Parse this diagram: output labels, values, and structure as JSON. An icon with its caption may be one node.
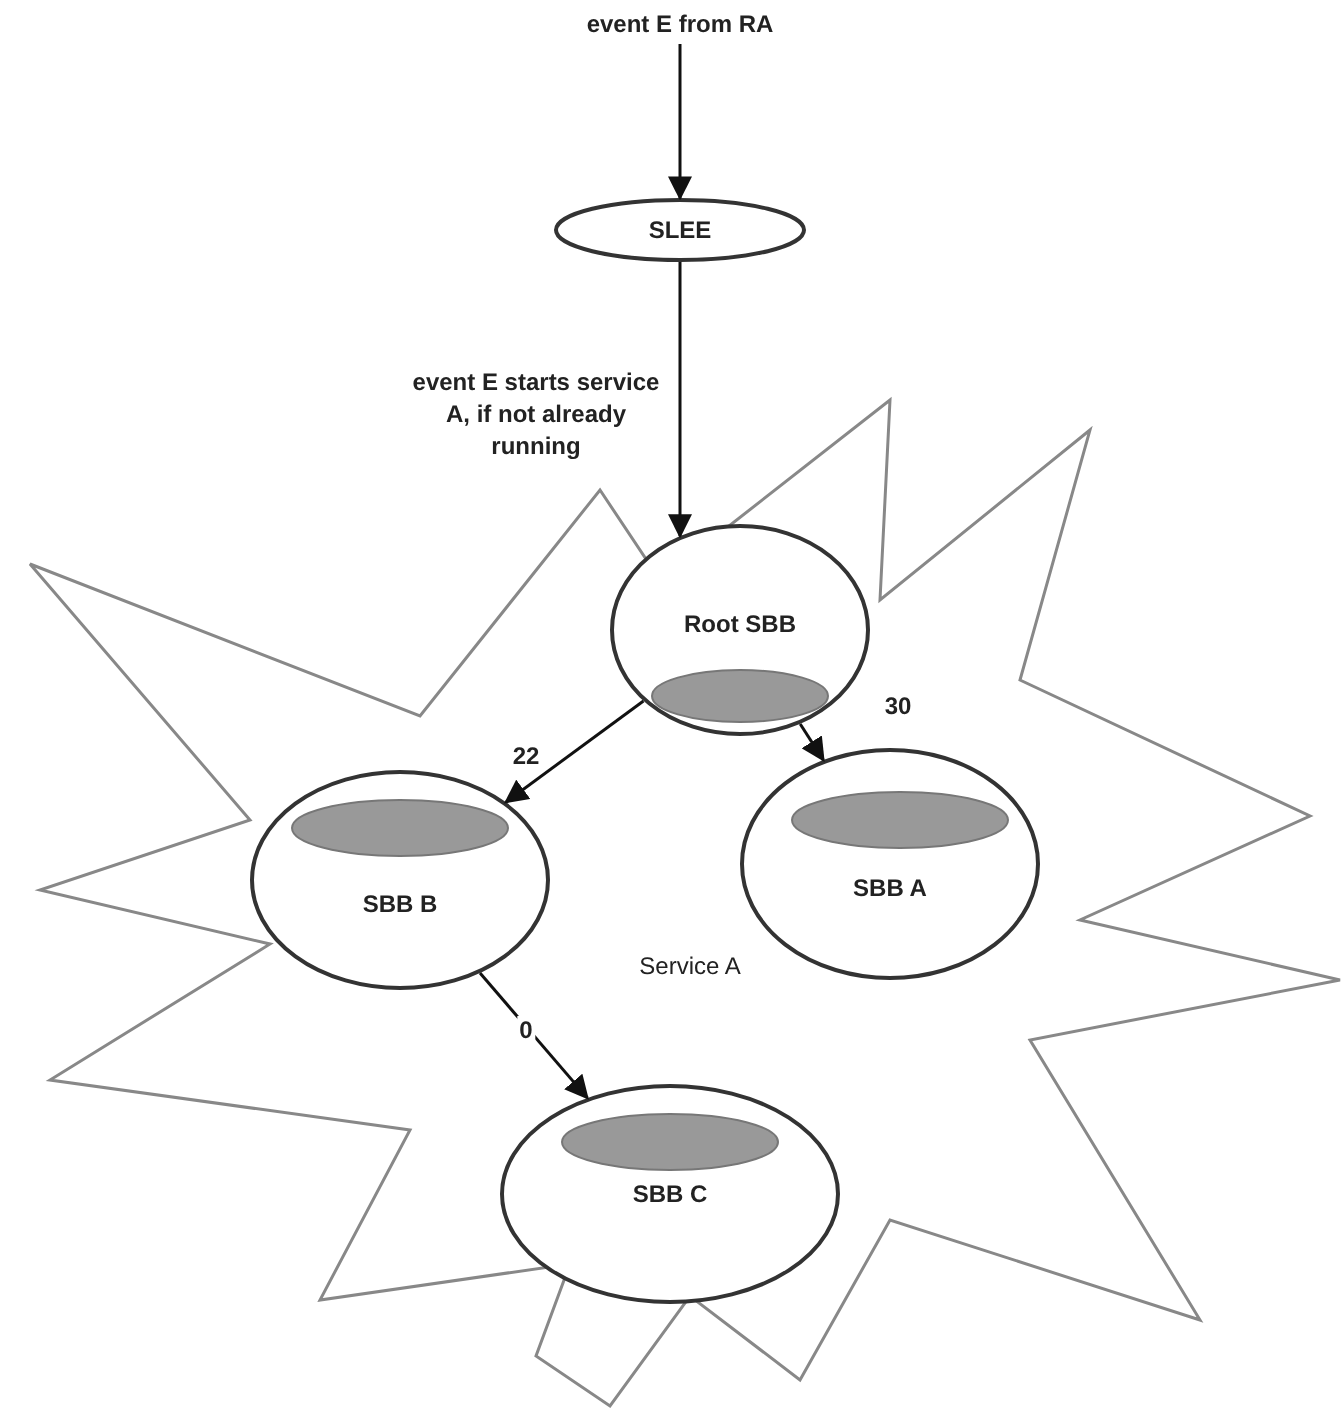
{
  "diagram": {
    "nodes": [
      {
        "text": [
          "event  E from RA"
        ]
      },
      {
        "text": [
          "SLEE"
        ]
      },
      {
        "text": [
          "Service A"
        ]
      },
      {
        "text": [
          "Root SBB"
        ],
        "in": 2
      },
      {
        "text": [
          "SBB B"
        ],
        "in": 2
      },
      {
        "text": [
          "SBB A"
        ],
        "in": 2
      },
      {
        "text": [
          "SBB C"
        ],
        "in": 2
      },
      {
        "text": [],
        "shape": "ellipse",
        "in": 3
      },
      {
        "text": [],
        "shape": "ellipse",
        "in": 4
      },
      {
        "text": [],
        "shape": "ellipse",
        "in": 5
      },
      {
        "text": [],
        "shape": "ellipse",
        "in": 6
      }
    ],
    "edges": [
      {
        "from": 0,
        "to": 1,
        "arrow": "to"
      },
      {
        "from": 1,
        "to": 3,
        "arrow": "to",
        "label": "event E starts service A, if not already running"
      },
      {
        "from": 3,
        "to": 4,
        "arrow": "to",
        "label": "22"
      },
      {
        "from": 3,
        "to": 5,
        "arrow": "to",
        "label": "30"
      },
      {
        "from": 4,
        "to": 6,
        "arrow": "to",
        "label": "0"
      }
    ]
  }
}
